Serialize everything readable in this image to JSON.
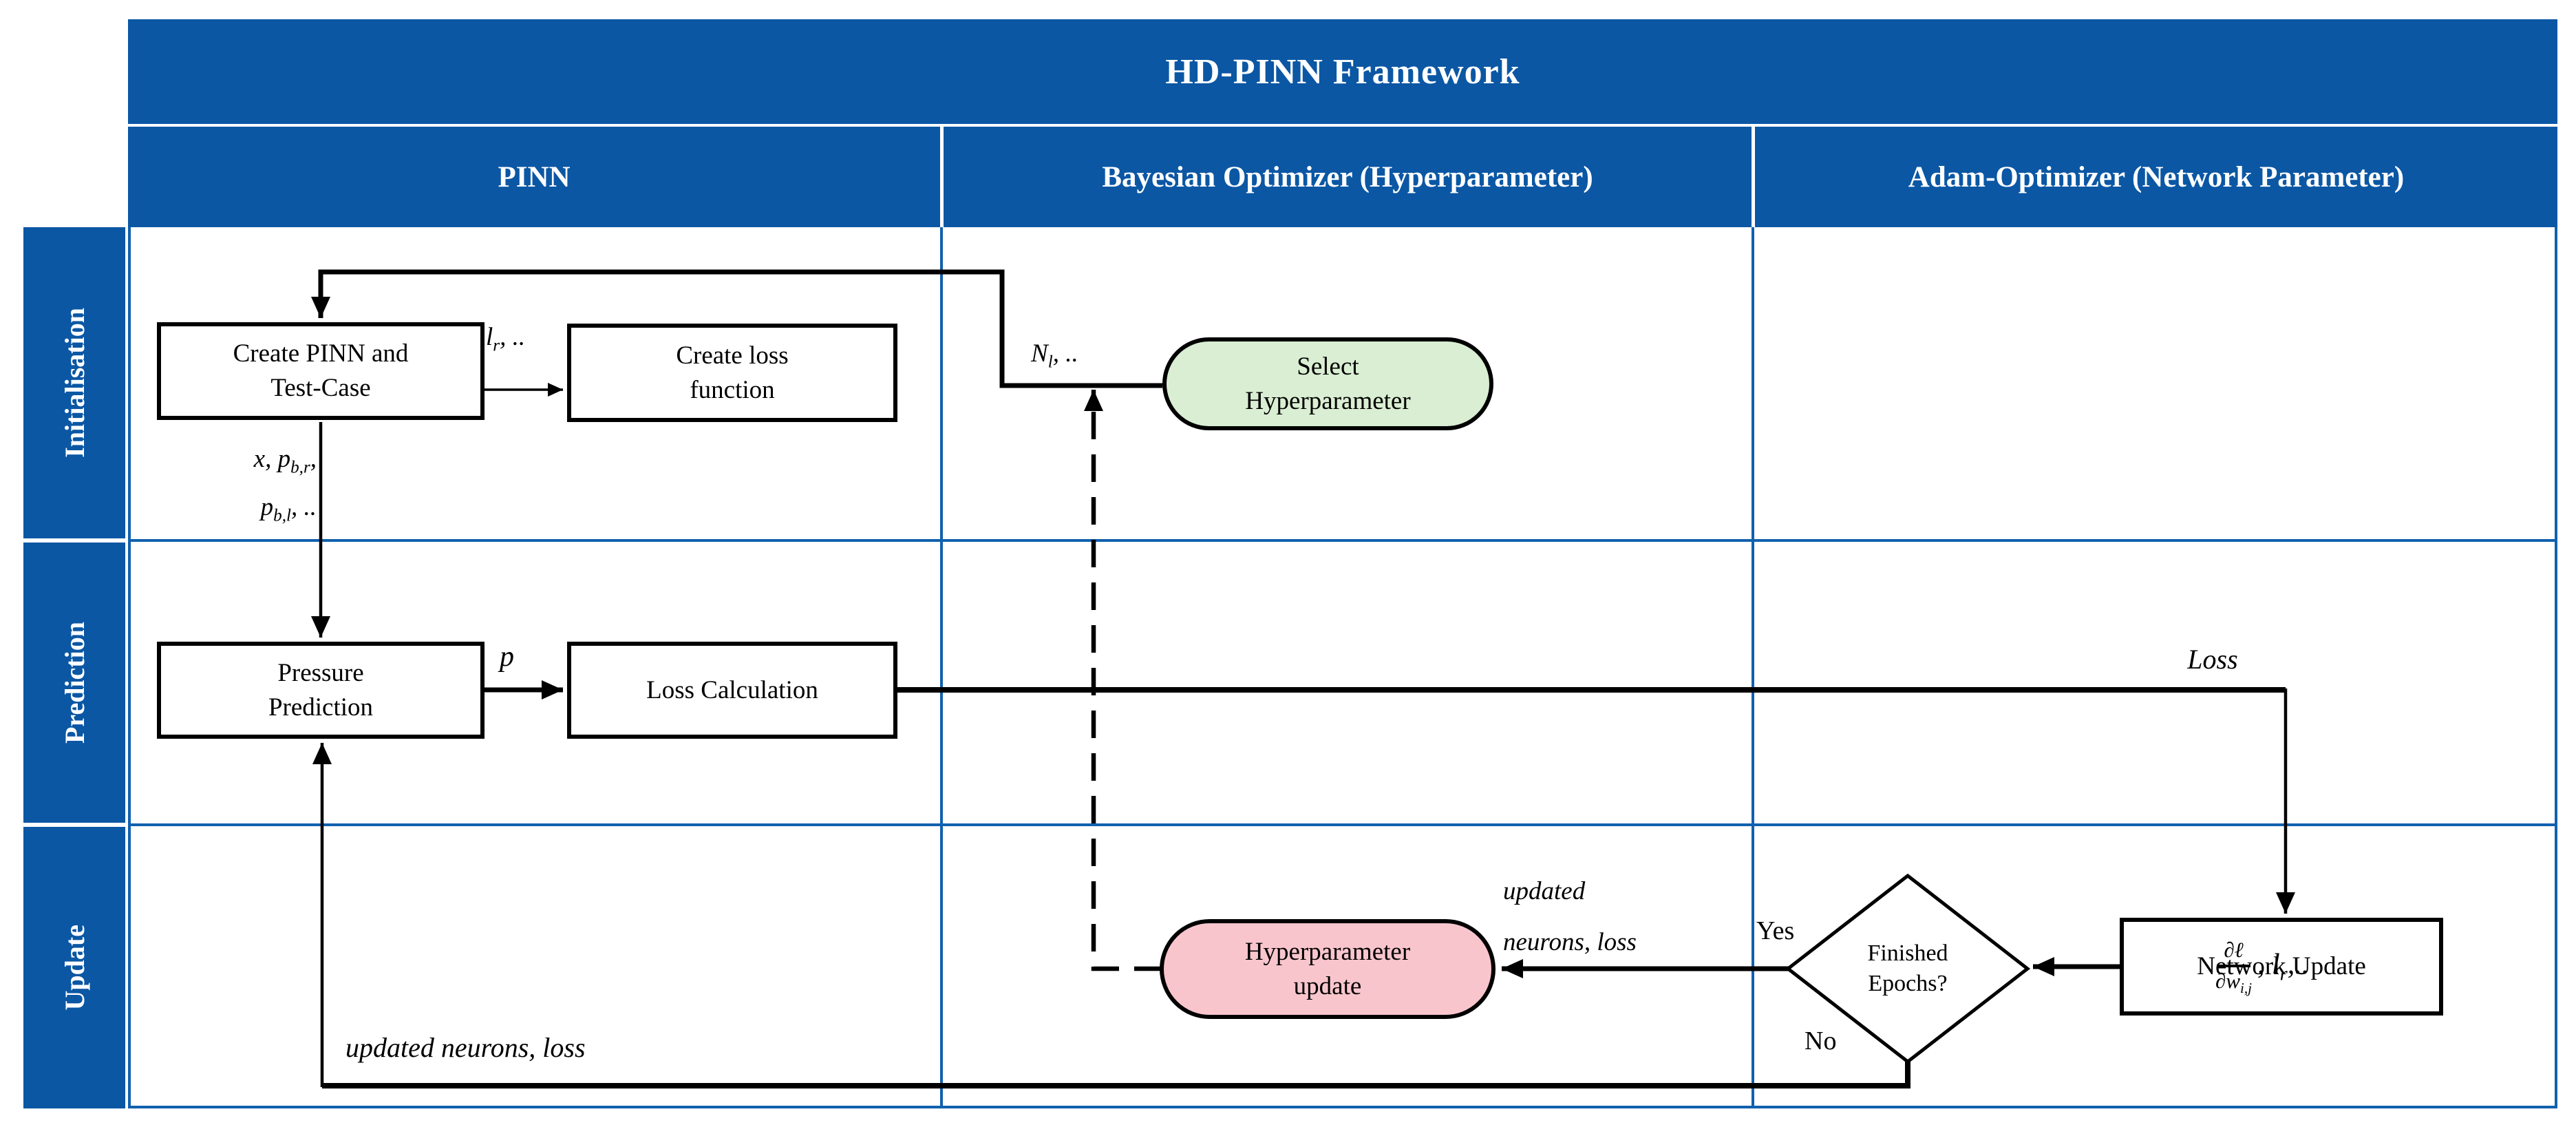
{
  "colors": {
    "band": "#0b57a4",
    "grid": "#1161ae",
    "green": "#d9eed2",
    "pink": "#f9c5cc",
    "line": "#000000"
  },
  "framework": {
    "title": "HD-PINN Framework",
    "columns": [
      {
        "label": "PINN"
      },
      {
        "label": "Bayesian Optimizer (Hyperparameter)"
      },
      {
        "label": "Adam-Optimizer (Network Parameter)"
      }
    ],
    "rows": [
      {
        "label": "Initialisation"
      },
      {
        "label": "Prediction"
      },
      {
        "label": "Update"
      }
    ]
  },
  "nodes": {
    "create_pinn": {
      "label": "Create PINN and\nTest-Case",
      "shape": "rectangle"
    },
    "create_loss": {
      "label": "Create loss\nfunction",
      "shape": "rectangle"
    },
    "select_hyperparameter": {
      "label": "Select\nHyperparameter",
      "shape": "capsule",
      "fill": "#d9eed2"
    },
    "pressure_prediction": {
      "label": "Pressure\nPrediction",
      "shape": "rectangle"
    },
    "loss_calculation": {
      "label": "Loss Calculation",
      "shape": "rectangle"
    },
    "hyperparameter_update": {
      "label": "Hyperparameter\nupdate",
      "shape": "capsule",
      "fill": "#f9c5cc"
    },
    "finished_epochs": {
      "label": "Finished\nEpochs?",
      "shape": "diamond"
    },
    "network_update": {
      "label": "Network Update",
      "shape": "rectangle"
    }
  },
  "edge_labels": {
    "learning_rate": [
      {
        "t": "l"
      },
      {
        "s": "r"
      },
      {
        "t": ", .."
      }
    ],
    "pinn_outputs_line1": [
      {
        "t": "x, p"
      },
      {
        "s": "b,r"
      },
      {
        "t": ","
      }
    ],
    "pinn_outputs_line2": [
      {
        "t": "p"
      },
      {
        "s": "b,l"
      },
      {
        "t": ", .."
      }
    ],
    "hyperparameters": [
      {
        "t": "N"
      },
      {
        "s": "l"
      },
      {
        "t": ", .."
      }
    ],
    "pressure": "p",
    "loss": "Loss",
    "updated_neurons_loss_stacked": "updated\nneurons, loss",
    "yes": "Yes",
    "no": "No",
    "updated_neurons_loss": "updated neurons, loss",
    "gradient": {
      "numerator": "∂ℓ",
      "denominator": [
        {
          "t": "∂w"
        },
        {
          "s": "i,j"
        }
      ],
      "rest": [
        {
          "t": ", l"
        },
        {
          "s": "r"
        },
        {
          "t": ",.."
        }
      ]
    }
  }
}
